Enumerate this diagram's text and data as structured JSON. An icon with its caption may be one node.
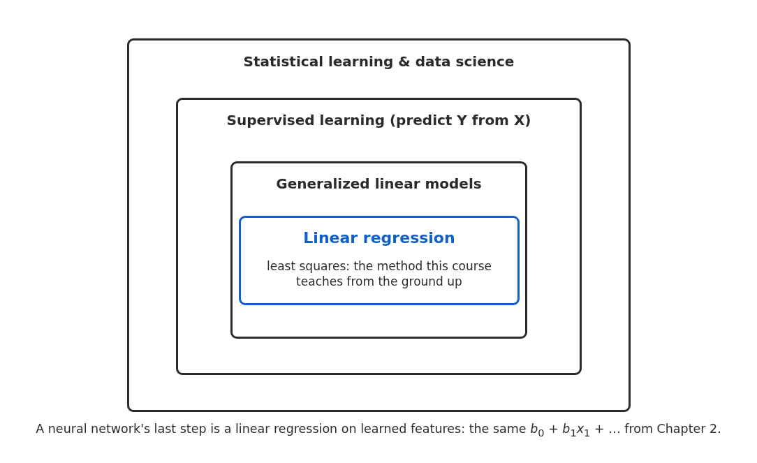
{
  "diagram": {
    "caption": "A neural network's last step is a linear regression on learned features: the same *b*$_{0}$ + *b*$_{1}$*x*$_{1}$ + … from Chapter 2.",
    "nodes": [
      {
        "text": [
          "Statistical learning & data science"
        ]
      },
      {
        "text": [
          "Supervised learning (predict Y from X)"
        ],
        "in": 0
      },
      {
        "text": [
          "Generalized linear models"
        ],
        "in": 1
      },
      {
        "text": [
          "Linear regression",
          "least squares: the method this course teaches from the ground up"
        ],
        "in": 2
      }
    ]
  }
}
